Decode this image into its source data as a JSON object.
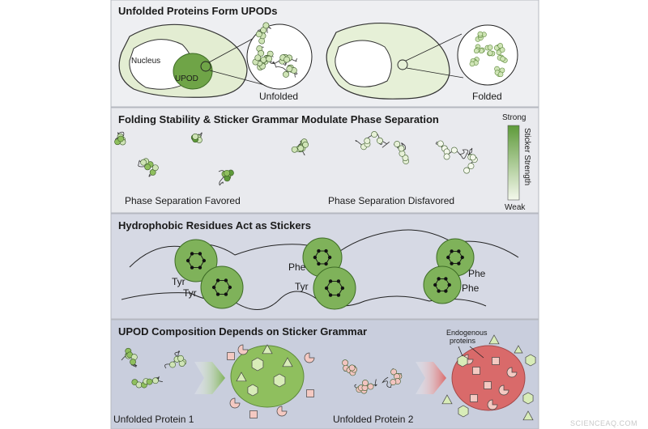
{
  "panels": {
    "p1": {
      "title": "Unfolded Proteins Form UPODs",
      "nucleus": "Nucleus",
      "upod": "UPOD",
      "unfolded": "Unfolded",
      "folded": "Folded"
    },
    "p2": {
      "title": "Folding Stability & Sticker Grammar Modulate Phase Separation",
      "favored": "Phase Separation Favored",
      "disfavored": "Phase Separation Disfavored",
      "scale_strong": "Strong",
      "scale_weak": "Weak",
      "scale_label": "Sticker Strength"
    },
    "p3": {
      "title": "Hydrophobic Residues Act as Stickers",
      "tyr_1": "Tyr",
      "tyr_2": "Tyr",
      "phe_1": "Phe",
      "tyr_3": "Tyr",
      "phe_2": "Phe",
      "phe_3": "Phe"
    },
    "p4": {
      "title": "UPOD Composition Depends on Sticker Grammar",
      "endogenous_1": "Endogenous",
      "endogenous_2": "proteins",
      "protein1": "Unfolded Protein 1",
      "protein2": "Unfolded Protein 2"
    }
  },
  "watermark": "SCIENCEAQ.COM",
  "colors": {
    "dark_green": "#5e9a3a",
    "mid_green": "#8fbf5e",
    "light_green": "#cfe4b6",
    "pale_green": "#e6f0d7",
    "pink_red": "#d96a6a",
    "pink_light": "#f2c4c0"
  }
}
